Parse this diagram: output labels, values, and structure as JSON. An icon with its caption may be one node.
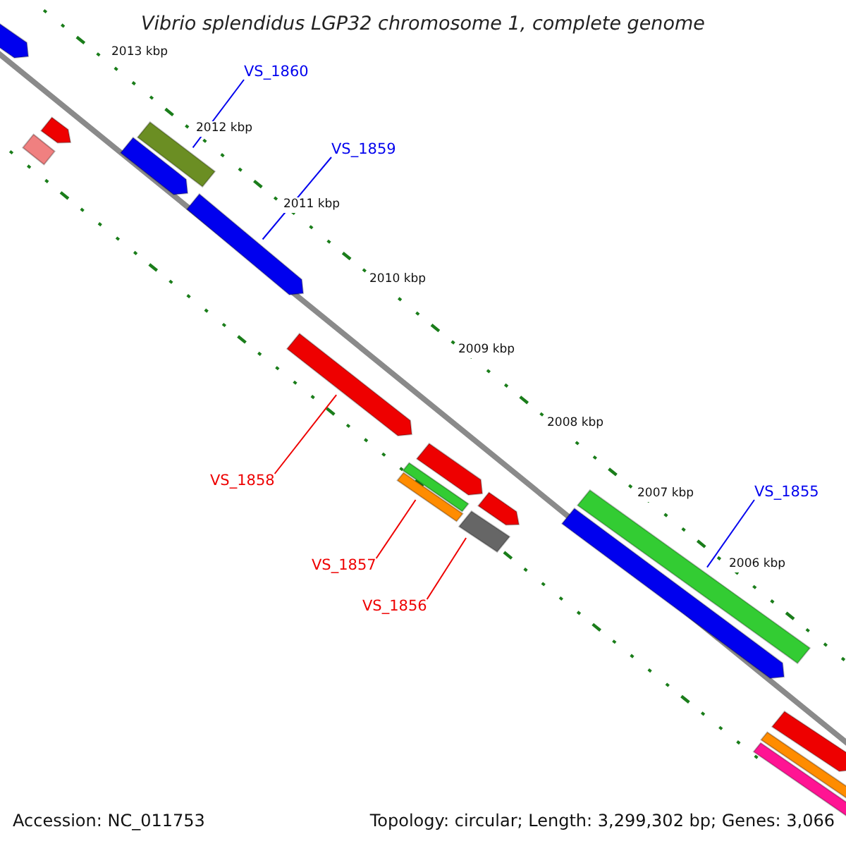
{
  "diagram": {
    "title": "Vibrio splendidus LGP32 chromosome 1, complete genome",
    "nodes": [
      {
        "text": [
          "VS_1860"
        ]
      },
      {
        "text": [],
        "shape": "bar"
      },
      {
        "text": [
          "VS_1859"
        ]
      },
      {
        "text": [],
        "shape": "bar"
      },
      {
        "text": [
          "VS_1858"
        ]
      },
      {
        "text": [],
        "shape": "bar"
      },
      {
        "text": [
          "VS_1855"
        ]
      },
      {
        "text": [],
        "shape": "bar"
      },
      {
        "text": [
          "VS_1857"
        ]
      },
      {
        "text": [],
        "shape": "bar"
      },
      {
        "text": [
          "VS_1856"
        ]
      },
      {
        "text": [],
        "shape": "bar"
      }
    ],
    "edges": [
      {
        "from": 0,
        "to": 1,
        "arrow": "none",
        "color": "#0000ee"
      },
      {
        "from": 2,
        "to": 3,
        "arrow": "none",
        "color": "#0000ee"
      },
      {
        "from": 4,
        "to": 5,
        "arrow": "none",
        "color": "#ee0000"
      },
      {
        "from": 6,
        "to": 7,
        "arrow": "none",
        "color": "#0000ee"
      },
      {
        "from": 8,
        "to": 9,
        "arrow": "none",
        "color": "#ee0000"
      },
      {
        "from": 10,
        "to": 11,
        "arrow": "none",
        "color": "#ee0000"
      }
    ],
    "labels": [
      "2013 kbp",
      "2012 kbp",
      "2011 kbp",
      "2010 kbp",
      "2009 kbp",
      "2008 kbp",
      "2007 kbp",
      "2006 kbp",
      "Accession: NC_011753",
      "Topology: circular; Length: 3,299,302 bp; Genes: 3,066"
    ]
  }
}
